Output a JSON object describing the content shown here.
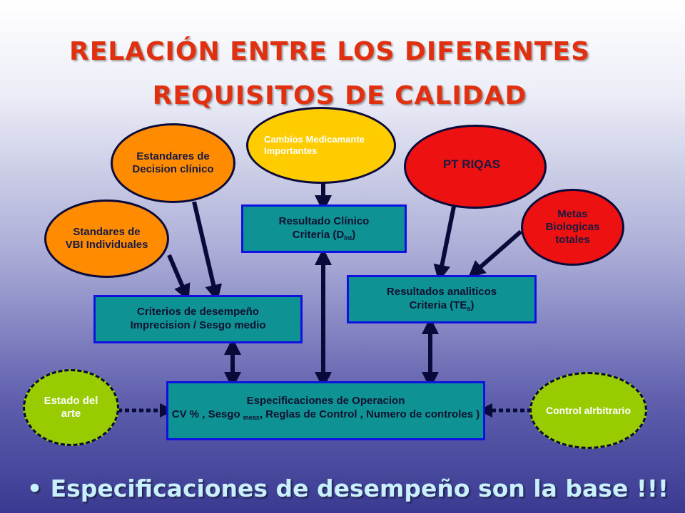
{
  "title": {
    "line1": "RELACIÓN ENTRE LOS DIFERENTES",
    "line2": "REQUISITOS DE CALIDAD"
  },
  "nodes": {
    "estandares_decision": {
      "line1": "Estandares de",
      "line2": "Decision clínico"
    },
    "cambios_medicamante": {
      "line1": "Cambios Medicamante",
      "line2": "Importantes"
    },
    "pt_riqas": {
      "text": "PT RIQAS"
    },
    "metas_biologicas": {
      "line1": "Metas",
      "line2": "Biologicas",
      "line3": "totales"
    },
    "standares_vbi": {
      "line1": "Standares de",
      "line2": "VBI Individuales"
    },
    "estado_arte": {
      "line1": "Estado del",
      "line2": "arte"
    },
    "control_arbitrario": {
      "text": "Control alrbitrario"
    }
  },
  "boxes": {
    "resultado_clinico": {
      "line1": "Resultado Clínico",
      "line2_prefix": "Criteria (D",
      "line2_sub": "Int",
      "line2_suffix": ")"
    },
    "resultados_analiticos": {
      "line1": "Resultados analiticos",
      "line2_prefix": "Criteria (TE",
      "line2_sub": "a",
      "line2_suffix": ")"
    },
    "criterios_desempeno": {
      "line1": "Criterios de desempeño",
      "line2": "Imprecision / Sesgo medio"
    },
    "especificaciones": {
      "line1": "Especificaciones de Operacion",
      "line2_prefix": "CV % , Sesgo ",
      "line2_sub": "meas",
      "line2_suffix": ", Reglas de Control , Numero de controles )"
    }
  },
  "bullet": {
    "symbol": "•",
    "text": "Especificaciones de desempeño son la base !!!"
  },
  "colors": {
    "title": "#e03010",
    "orange": "#ff8c00",
    "yellow": "#ffcc00",
    "red": "#ee1111",
    "green": "#99cc00",
    "teal_box": "#0f9294",
    "box_border": "#1010e0"
  }
}
